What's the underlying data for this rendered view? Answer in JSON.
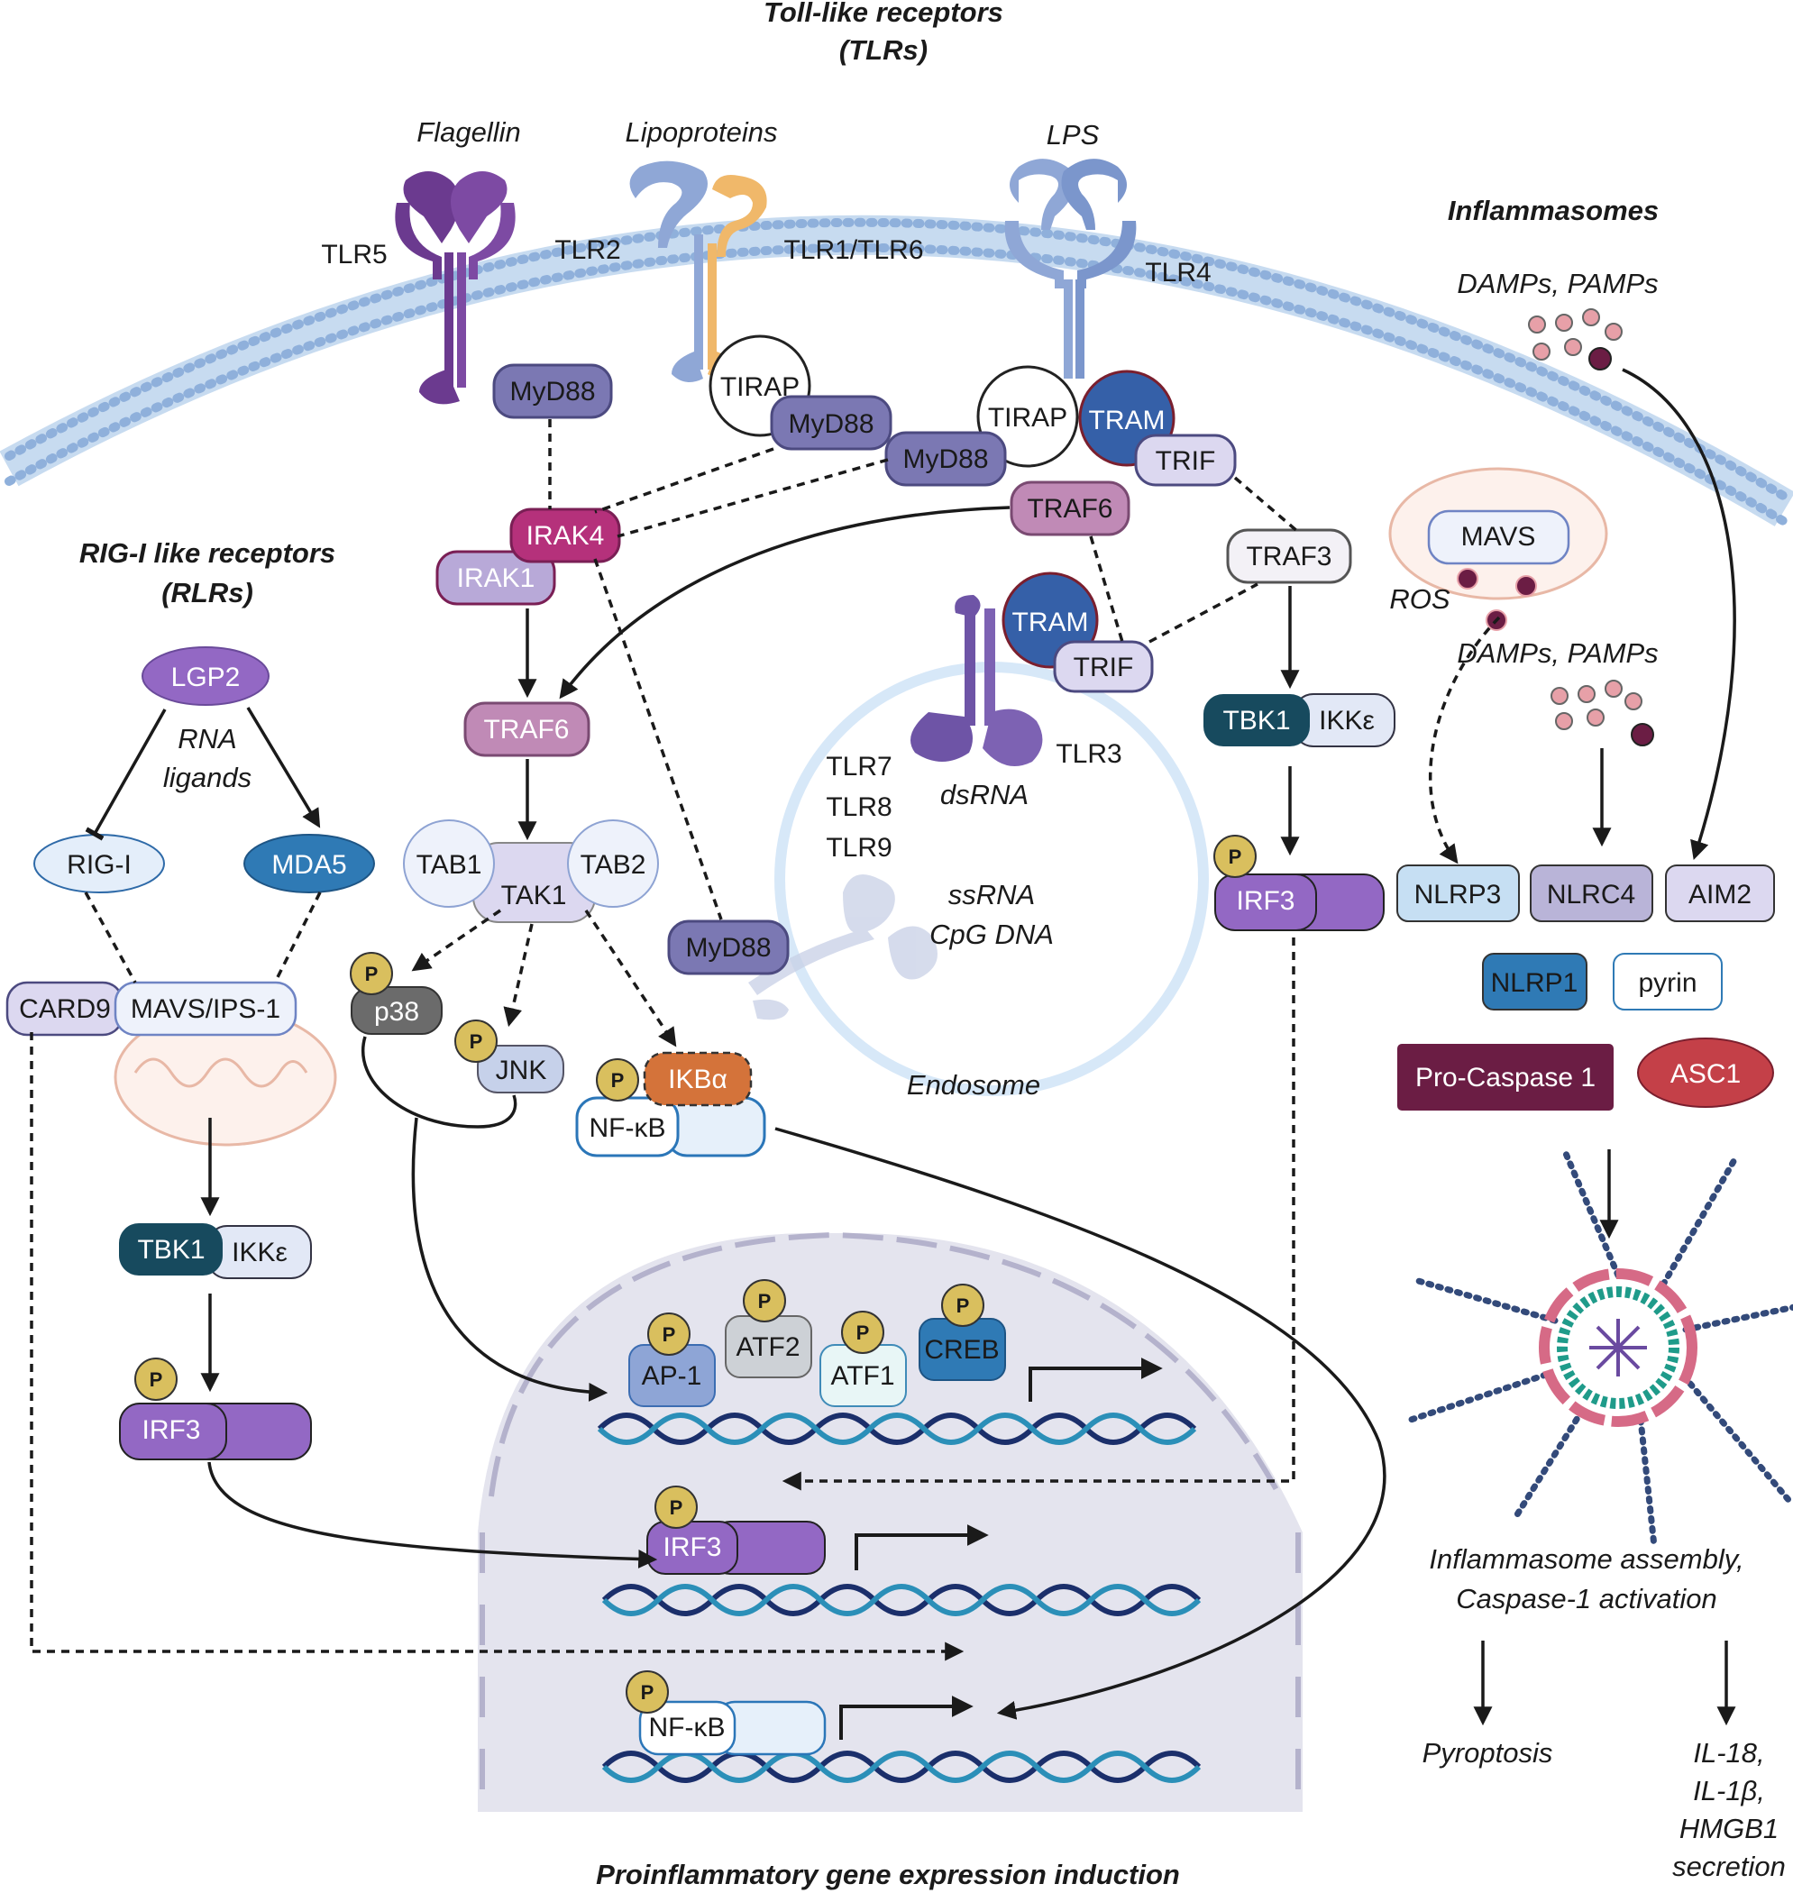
{
  "tlr": {
    "title_line1": "Toll-like receptors",
    "title_line2": "(TLRs)",
    "ligand_flagellin": "Flagellin",
    "ligand_lipoproteins": "Lipoproteins",
    "ligand_lps": "LPS",
    "tlr5": "TLR5",
    "tlr2": "TLR2",
    "tlr1_tlr6": "TLR1/TLR6",
    "tlr4": "TLR4",
    "myd88": "MyD88",
    "tirap": "TIRAP",
    "tram": "TRAM",
    "trif": "TRIF",
    "traf6": "TRAF6",
    "traf3": "TRAF3",
    "irak4": "IRAK4",
    "irak1": "IRAK1",
    "tab1": "TAB1",
    "tab2": "TAB2",
    "tak1": "TAK1",
    "p38": "p38",
    "jnk": "JNK",
    "ikba": "IKBα",
    "nfkb": "NF-κB",
    "tbk1": "TBK1",
    "ikke": "IKKε",
    "irf3": "IRF3",
    "p": "P"
  },
  "endosome": {
    "label": "Endosome",
    "tlr7": "TLR7",
    "tlr8": "TLR8",
    "tlr9": "TLR9",
    "tlr3": "TLR3",
    "dsrna": "dsRNA",
    "ssrna": "ssRNA",
    "cpg": "CpG DNA"
  },
  "rlr": {
    "title_line1": "RIG-I like receptors",
    "title_line2": "(RLRs)",
    "lgp2": "LGP2",
    "rna_line1": "RNA",
    "rna_line2": "ligands",
    "rigi": "RIG-I",
    "mda5": "MDA5",
    "card9": "CARD9",
    "mavs_ips1": "MAVS/IPS-1"
  },
  "inflammasome": {
    "title": "Inflammasomes",
    "damps": "DAMPs, PAMPs",
    "mavs": "MAVS",
    "ros": "ROS",
    "nlrp3": "NLRP3",
    "nlrc4": "NLRC4",
    "aim2": "AIM2",
    "nlrp1": "NLRP1",
    "pyrin": "pyrin",
    "procaspase": "Pro-Caspase 1",
    "asc1": "ASC1",
    "assembly_line1": "Inflammasome assembly,",
    "assembly_line2": "Caspase-1 activation",
    "pyroptosis": "Pyroptosis",
    "out_line1": "IL-18,",
    "out_line2": "IL-1β,",
    "out_line3": "HMGB1",
    "out_line4": "secretion"
  },
  "nucleus": {
    "ap1": "AP-1",
    "atf2": "ATF2",
    "atf1": "ATF1",
    "creb": "CREB",
    "footer": "Proinflammatory gene expression induction"
  },
  "colors": {
    "purple_dark": "#6b3a8f",
    "purple_mid": "#9368c4",
    "slate_purple": "#7b78b3",
    "blue_receptor": "#8fa7d6",
    "orange_receptor": "#f0b86a",
    "magenta": "#b5317b",
    "mauve": "#c08ab6",
    "lavender": "#dcd8f0",
    "teal_dark": "#174a5e",
    "blue_mda5": "#2f7ab5",
    "maroon": "#6b1d44",
    "red_asc": "#c44048",
    "phospho_yellow": "#d9bf5e",
    "dna_navy": "#1b2f6b",
    "dna_teal": "#2b8fb8",
    "nucleus_fill": "#e4e4ee",
    "membrane_blue": "#9dbde1"
  }
}
